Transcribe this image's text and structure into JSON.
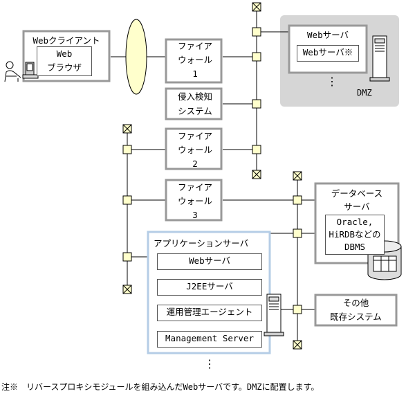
{
  "web_client": {
    "title": "Webクライアント",
    "browser": [
      "Web",
      "ブラウザ"
    ]
  },
  "firewall1": [
    "ファイア",
    "ウォール",
    "1"
  ],
  "ids": [
    "侵入検知",
    "システム"
  ],
  "firewall2": [
    "ファイア",
    "ウォール",
    "2"
  ],
  "firewall3": [
    "ファイア",
    "ウォール",
    "3"
  ],
  "dmz": {
    "title": "Webサーバ",
    "inner": "Webサーバ※",
    "label": "DMZ",
    "ellipsis": "⋮"
  },
  "db_server": {
    "title": [
      "データベース",
      "サーバ"
    ],
    "inner": [
      "Oracle,",
      "HiRDBなどの",
      "DBMS"
    ]
  },
  "existing_system": [
    "その他",
    "既存システム"
  ],
  "app_server": {
    "title": "アプリケーションサーバ",
    "items": [
      "Webサーバ",
      "J2EEサーバ",
      "運用管理エージェント",
      "Management Server"
    ]
  },
  "bottom_ellipsis": "⋮",
  "note": "注※　リバースプロキシモジュールを組み込んだWebサーバです。DMZに配置します。"
}
